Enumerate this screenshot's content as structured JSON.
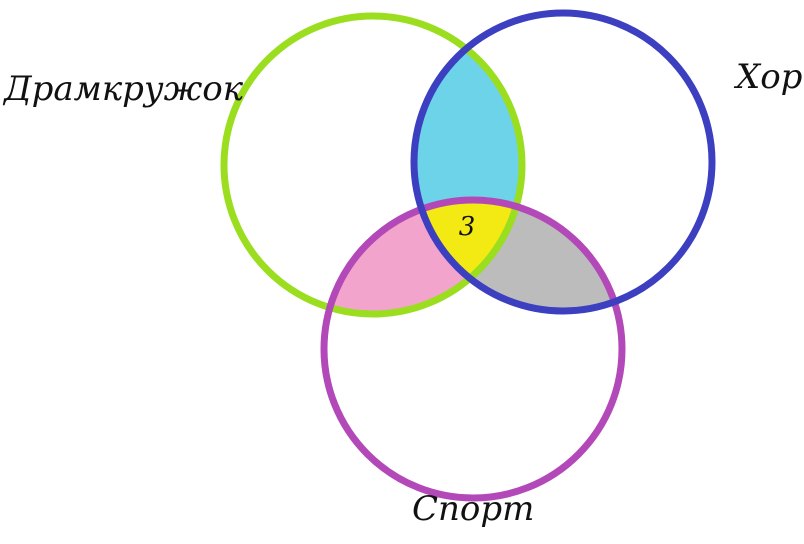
{
  "sets": {
    "drama": {
      "label": "Драмкружок",
      "color": "#9bde1f"
    },
    "choir": {
      "label": "Хор",
      "color": "#3b3fc0"
    },
    "sport": {
      "label": "Спорт",
      "color": "#b349b8"
    }
  },
  "regions": {
    "drama_choir": {
      "fill": "#6dd3e8"
    },
    "drama_sport": {
      "fill": "#f3a4cc"
    },
    "choir_sport": {
      "fill": "#bcbcbc"
    },
    "all_three": {
      "fill": "#f3ea14",
      "count": "3"
    }
  }
}
